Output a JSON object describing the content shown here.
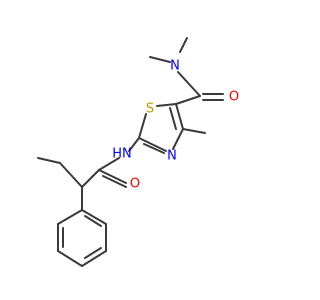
{
  "atoms": [
    {
      "id": "N_amide_right",
      "label": "N",
      "color": "#0000ff"
    },
    {
      "id": "O_amide_right",
      "label": "O",
      "color": "#ff0000"
    },
    {
      "id": "S_ring",
      "label": "S",
      "color": "#b8a100"
    },
    {
      "id": "N_ring",
      "label": "N",
      "color": "#0000ff"
    },
    {
      "id": "NH_linker",
      "label": "HN",
      "color": "#0000ff"
    },
    {
      "id": "O_amide_left",
      "label": "O",
      "color": "#ff0000"
    }
  ],
  "colors": {
    "bond": "#3a3a3a",
    "background": "#ffffff"
  }
}
